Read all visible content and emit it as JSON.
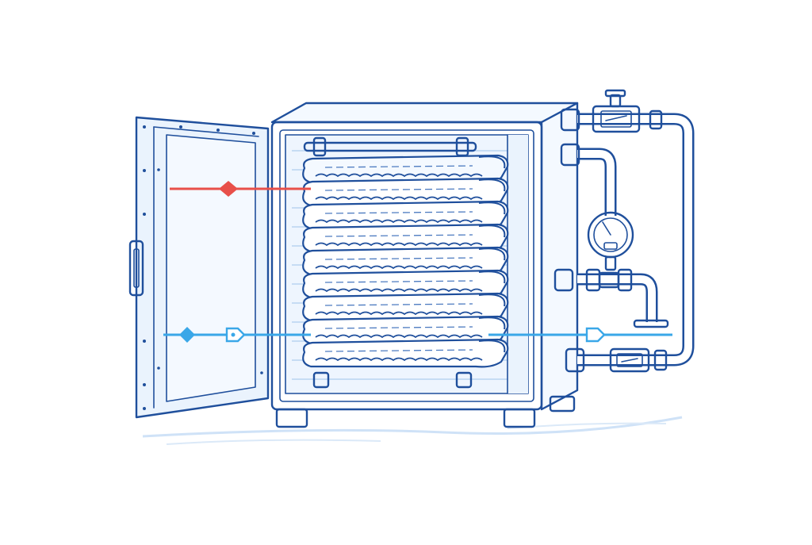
{
  "diagram": {
    "subject": "chamber-with-stacked-trays-and-piping",
    "colors": {
      "outline": "#1f4f9c",
      "fill_light": "#eaf3fd",
      "hot_arrow": "#e8504a",
      "cold_arrow": "#3aa7e8"
    },
    "tray_count": 9,
    "icons": [
      "open-door",
      "chamber-cabinet",
      "tray-stack",
      "pressure-gauge",
      "valve",
      "flow-meter",
      "pipe-loop"
    ]
  }
}
